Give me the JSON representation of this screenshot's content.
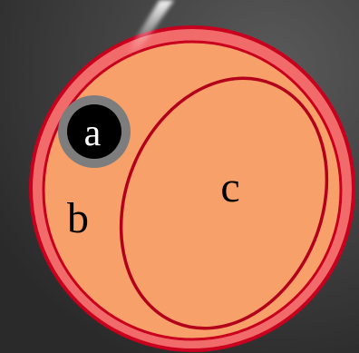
{
  "labels": {
    "a": "a",
    "b": "b",
    "c": "c"
  },
  "colors": {
    "background_dark": "#2a2a2a",
    "background_light": "#5a5a5a",
    "outer_ring": "#f26b6b",
    "ring_outline": "#c8001e",
    "fill_b": "#f7a06a",
    "fill_c": "#f7a06a",
    "ellipse_outline": "#b3001b",
    "circle_a_ring": "#7d7d7d",
    "circle_a_fill": "#000000",
    "label_a": "#ffffff",
    "label_bc": "#000000"
  }
}
